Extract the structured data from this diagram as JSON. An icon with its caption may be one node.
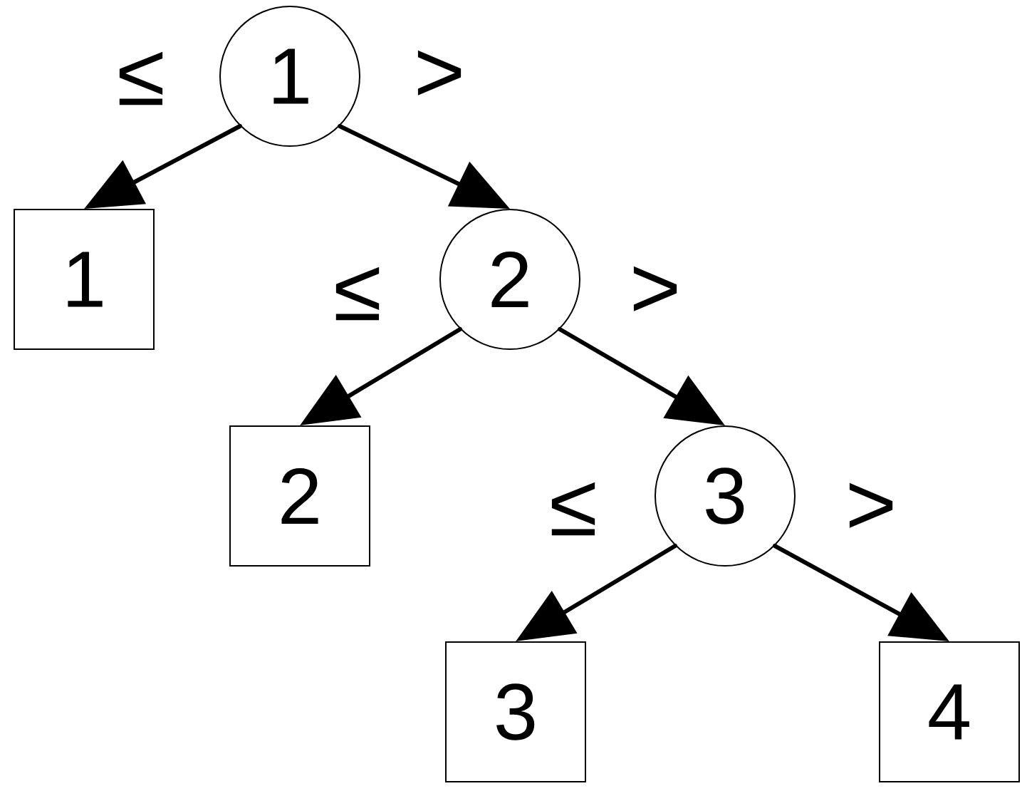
{
  "diagram": {
    "nodes": [
      {
        "text": [
          "1"
        ]
      },
      {
        "text": [
          "1"
        ]
      },
      {
        "text": [
          "2"
        ]
      },
      {
        "text": [
          "2"
        ]
      },
      {
        "text": [
          "3"
        ]
      },
      {
        "text": [
          "3"
        ]
      },
      {
        "text": [
          "4"
        ]
      }
    ],
    "edges": [
      {
        "from": 0,
        "to": 1,
        "arrow": "to",
        "label": "≤"
      },
      {
        "from": 0,
        "to": 2,
        "arrow": "to",
        "label": ">"
      },
      {
        "from": 2,
        "to": 3,
        "arrow": "to",
        "label": "≤"
      },
      {
        "from": 2,
        "to": 4,
        "arrow": "to",
        "label": ">"
      },
      {
        "from": 4,
        "to": 5,
        "arrow": "to",
        "label": "≤"
      },
      {
        "from": 4,
        "to": 6,
        "arrow": "to",
        "label": ">"
      }
    ]
  }
}
